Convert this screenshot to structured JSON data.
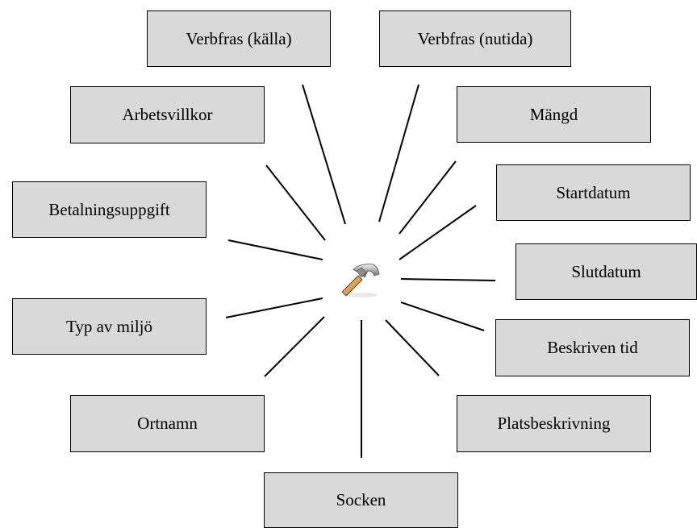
{
  "diagram": {
    "colors": {
      "box_fill": "#d9d9d9",
      "box_border": "#000000",
      "line": "#000000"
    },
    "center": {
      "icon": "hammer-icon"
    },
    "nodes": [
      {
        "id": "verbfras-kalla",
        "label": "Verbfras (källa)"
      },
      {
        "id": "verbfras-nutida",
        "label": "Verbfras (nutida)"
      },
      {
        "id": "arbetsvillkor",
        "label": "Arbetsvillkor"
      },
      {
        "id": "mangd",
        "label": "Mängd"
      },
      {
        "id": "startdatum",
        "label": "Startdatum"
      },
      {
        "id": "betalningsuppgift",
        "label": "Betalningsuppgift"
      },
      {
        "id": "slutdatum",
        "label": "Slutdatum"
      },
      {
        "id": "typ-av-miljo",
        "label": "Typ av miljö"
      },
      {
        "id": "beskriven-tid",
        "label": "Beskriven tid"
      },
      {
        "id": "ortnamn",
        "label": "Ortnamn"
      },
      {
        "id": "platsbeskrivning",
        "label": "Platsbeskrivning"
      },
      {
        "id": "socken",
        "label": "Socken"
      }
    ]
  }
}
